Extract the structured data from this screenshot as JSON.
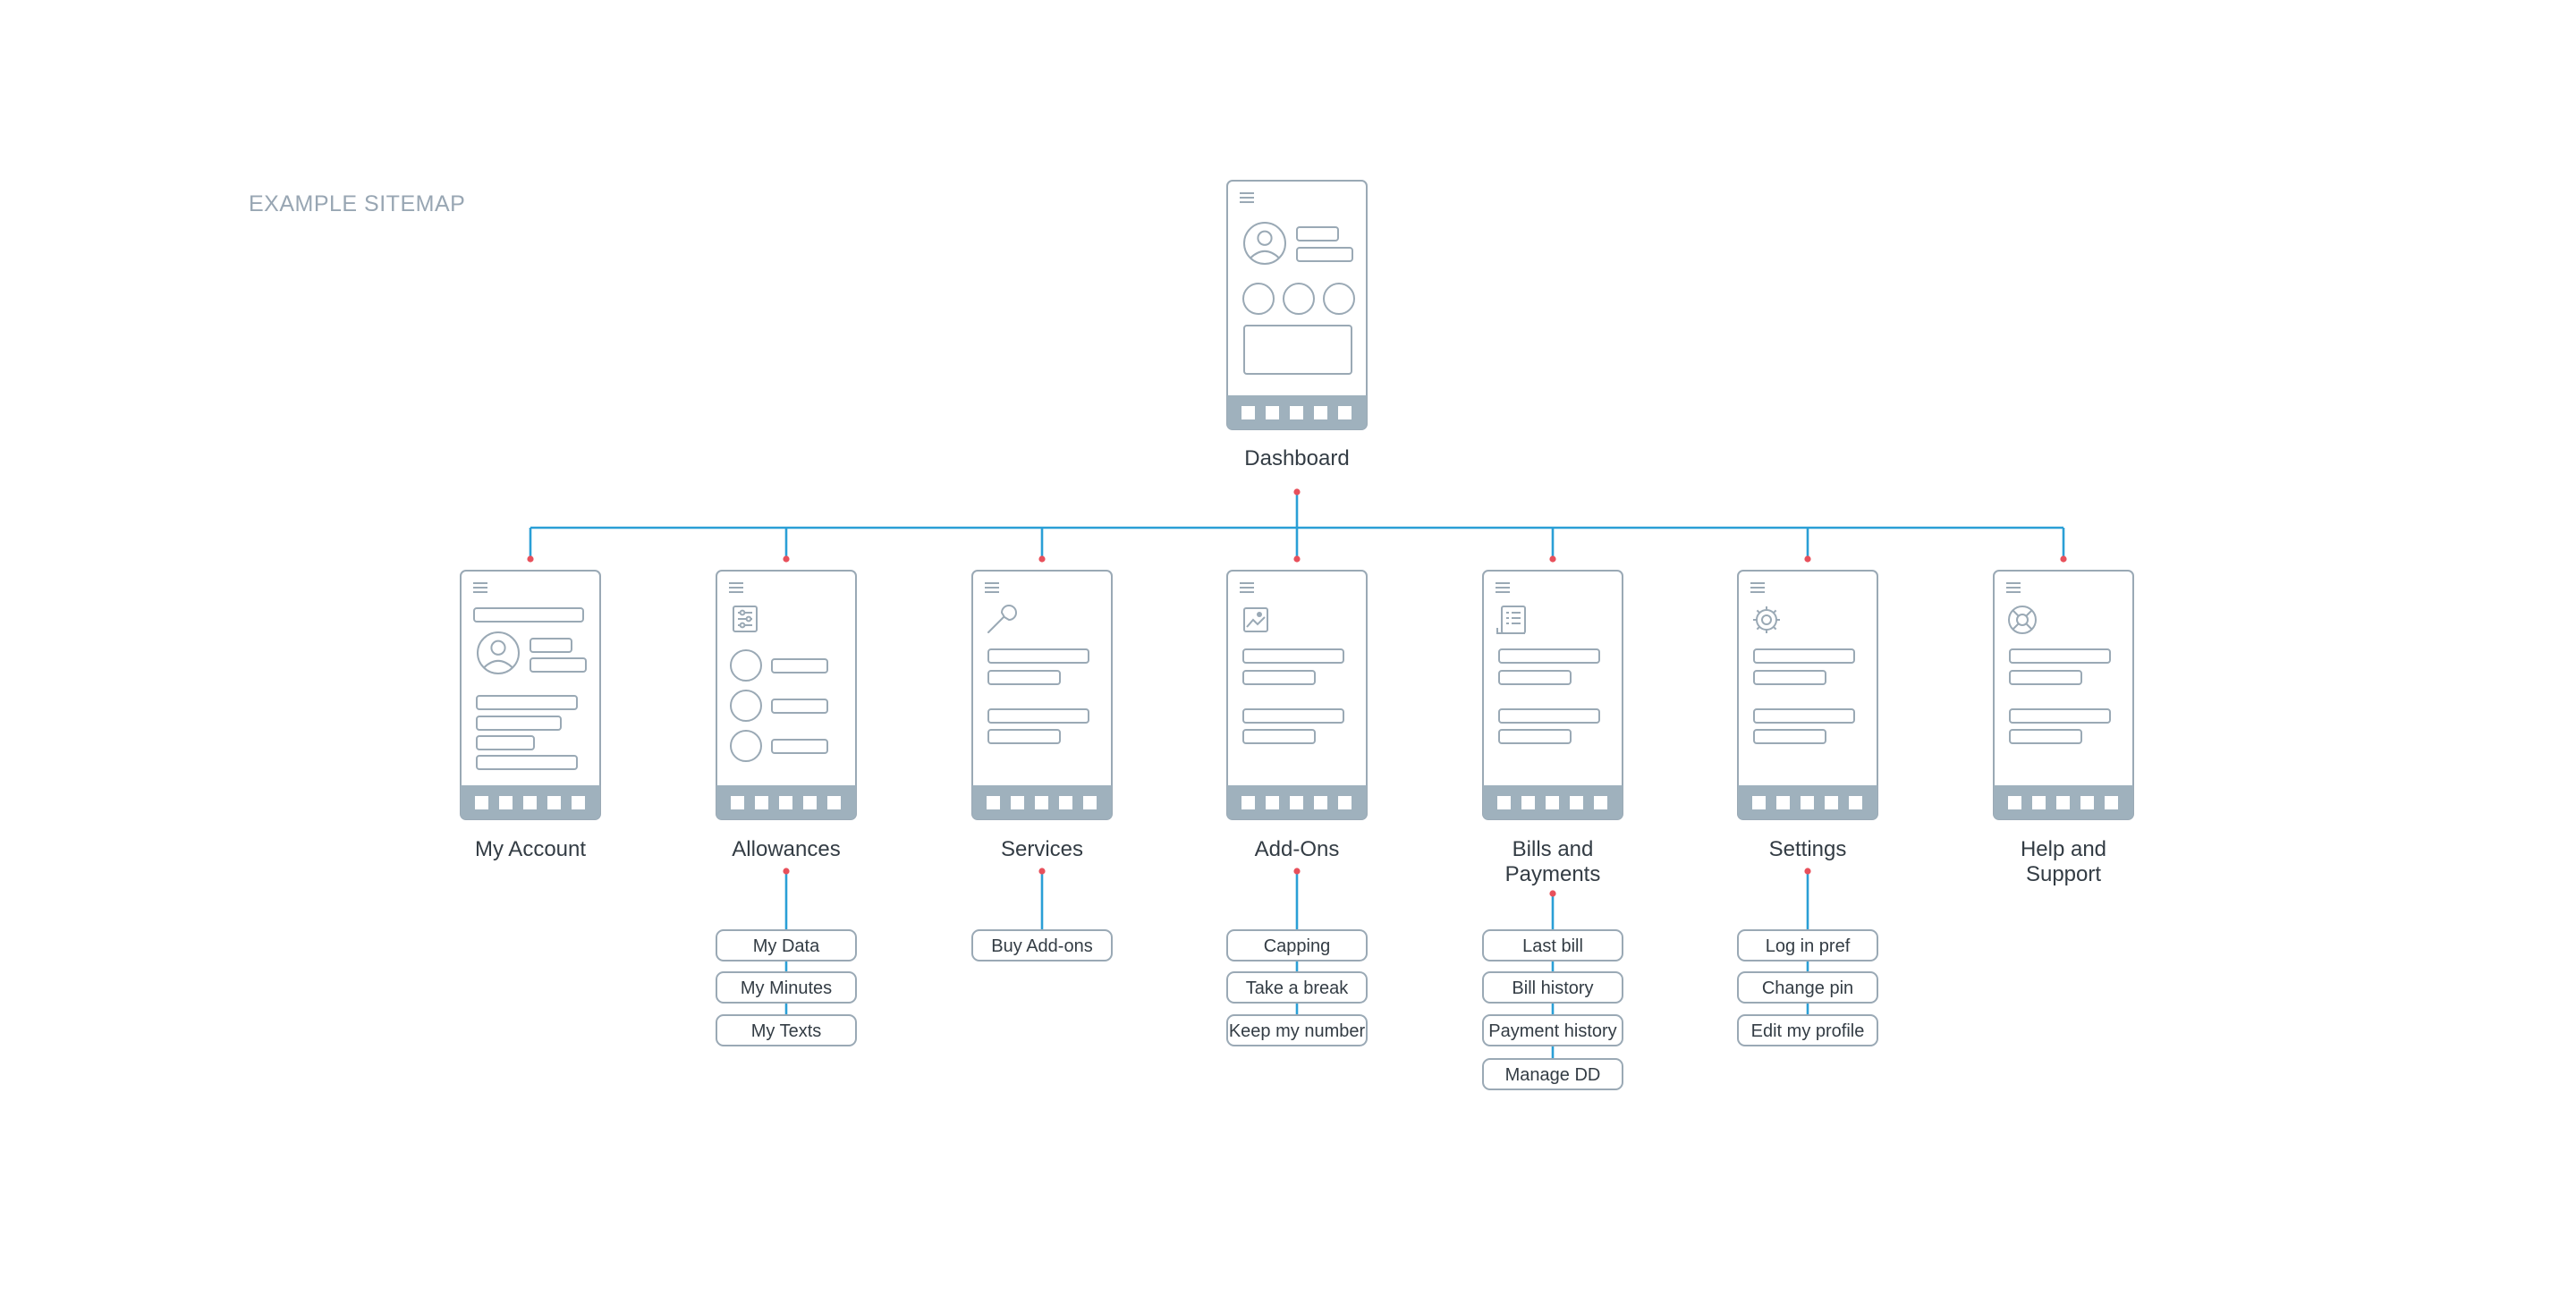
{
  "page_title": "EXAMPLE SITEMAP",
  "root": {
    "id": "dashboard",
    "label": "Dashboard",
    "screen": "dashboard-screen",
    "icon": "avatar-icon"
  },
  "sections": [
    {
      "id": "my-account",
      "label": [
        "My Account"
      ],
      "screen": "profile-screen",
      "icon": "avatar-icon",
      "children": []
    },
    {
      "id": "allowances",
      "label": [
        "Allowances"
      ],
      "screen": "allowance-screen",
      "icon": "sliders-icon",
      "children": [
        "My Data",
        "My Minutes",
        "My Texts"
      ]
    },
    {
      "id": "services",
      "label": [
        "Services"
      ],
      "screen": "list-screen",
      "icon": "wrench-icon",
      "children": [
        "Buy Add-ons"
      ]
    },
    {
      "id": "add-ons",
      "label": [
        "Add-Ons"
      ],
      "screen": "list-screen",
      "icon": "picture-icon",
      "children": [
        "Capping",
        "Take a break",
        "Keep my number"
      ]
    },
    {
      "id": "bills-and-payments",
      "label": [
        "Bills and",
        "Payments"
      ],
      "screen": "list-screen",
      "icon": "document-icon",
      "children": [
        "Last bill",
        "Bill history",
        "Payment history",
        "Manage DD"
      ]
    },
    {
      "id": "settings",
      "label": [
        "Settings"
      ],
      "screen": "list-screen",
      "icon": "gear-icon",
      "children": [
        "Log in pref",
        "Change pin",
        "Edit my profile"
      ]
    },
    {
      "id": "help-and-support",
      "label": [
        "Help and",
        "Support"
      ],
      "screen": "list-screen",
      "icon": "lifebuoy-icon",
      "children": []
    }
  ],
  "colors": {
    "connector": "#2a9fd6",
    "node_dot": "#e8505b",
    "wireframe_stroke": "#9aa9b5",
    "wireframe_footer": "#9fb1bd",
    "label_text": "#333c44",
    "title_text": "#98a6b3"
  }
}
